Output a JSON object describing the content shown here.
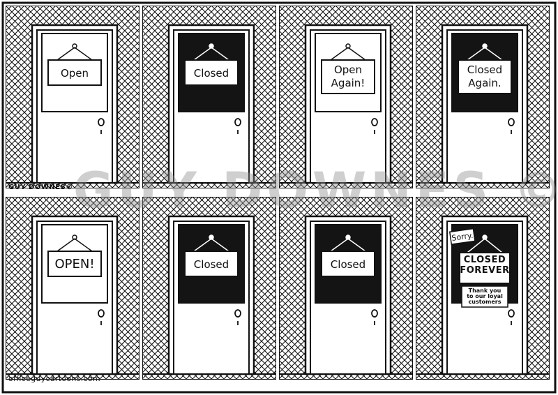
{
  "credits": {
    "artist": "GUY DOWNES©",
    "website": "officeguycartoons.com",
    "watermark": "GUY DOWNES ©"
  },
  "panels": [
    {
      "sign_style": "light",
      "lines": [
        "Open"
      ]
    },
    {
      "sign_style": "dark",
      "lines": [
        "Closed"
      ]
    },
    {
      "sign_style": "light",
      "lines": [
        "Open",
        "Again!"
      ]
    },
    {
      "sign_style": "dark",
      "lines": [
        "Closed",
        "Again."
      ]
    },
    {
      "sign_style": "light",
      "lines": [
        "OPEN!"
      ]
    },
    {
      "sign_style": "dark",
      "lines": [
        "Closed"
      ]
    },
    {
      "sign_style": "dark",
      "lines": [
        "Closed"
      ]
    },
    {
      "sign_style": "dark",
      "lines": [
        "CLOSED",
        "FOREVER"
      ],
      "tag": "Sorry.",
      "footer": [
        "Thank you",
        "to our loyal",
        "customers"
      ]
    }
  ]
}
